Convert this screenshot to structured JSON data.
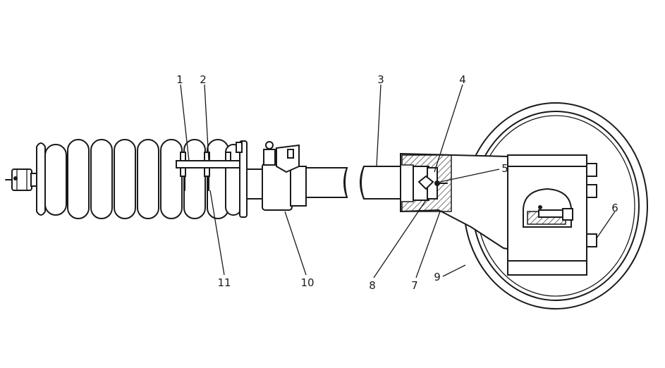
{
  "figure": {
    "callouts": [
      {
        "id": "1",
        "label": "1"
      },
      {
        "id": "2",
        "label": "2"
      },
      {
        "id": "3",
        "label": "3"
      },
      {
        "id": "4",
        "label": "4"
      },
      {
        "id": "5",
        "label": "5"
      },
      {
        "id": "6",
        "label": "6"
      },
      {
        "id": "7",
        "label": "7"
      },
      {
        "id": "8",
        "label": "8"
      },
      {
        "id": "9",
        "label": "9"
      },
      {
        "id": "10",
        "label": "10"
      },
      {
        "id": "11",
        "label": "11"
      }
    ],
    "colors": {
      "line": "#1a1a1a",
      "background": "#ffffff"
    }
  }
}
